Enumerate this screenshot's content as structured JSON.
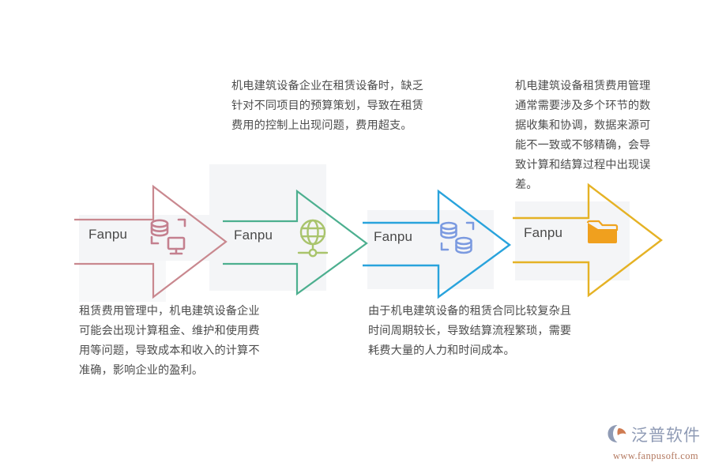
{
  "meta": {
    "kind": "process-flow-infographic",
    "background": "#ffffff"
  },
  "steps": [
    {
      "id": "step-1",
      "badge_label": "Fanpu",
      "icon": "database-monitor-icon",
      "arrow_color": "#C9888F",
      "icon_color": "#C4808F",
      "panel_color": "#f4f5f7",
      "text_position": "below",
      "description": "租赁费用管理中，机电建筑设备企业可能会出现计算租金、维护和使用费用等问题，导致成本和收入的计算不准确，影响企业的盈利。"
    },
    {
      "id": "step-2",
      "badge_label": "Fanpu",
      "icon": "globe-network-icon",
      "arrow_color": "#4CAF8F",
      "icon_color": "#A9C46C",
      "panel_color": "#f4f5f7",
      "text_position": "above",
      "description": "机电建筑设备企业在租赁设备时，缺乏针对不同项目的预算策划，导致在租赁费用的控制上出现问题，费用超支。"
    },
    {
      "id": "step-3",
      "badge_label": "Fanpu",
      "icon": "database-scan-icon",
      "arrow_color": "#29A3DC",
      "icon_color": "#7B9AE0",
      "panel_color": "#f4f5f7",
      "text_position": "below",
      "description": "由于机电建筑设备的租赁合同比较复杂且时间周期较长，导致结算流程繁琐，需要耗费大量的人力和时间成本。"
    },
    {
      "id": "step-4",
      "badge_label": "Fanpu",
      "icon": "open-folder-icon",
      "arrow_color": "#E5B225",
      "icon_color": "#F0A01E",
      "panel_color": "#f4f5f7",
      "text_position": "above",
      "description": "机电建筑设备租赁费用管理通常需要涉及多个环节的数据收集和协调，数据来源可能不一致或不够精确，会导致计算和结算过程中出现误差。"
    }
  ],
  "logo": {
    "brand_cn": "泛普软件",
    "url": "www.fanpusoft.com",
    "brand_color": "#8f9bb5",
    "url_color": "#b3785f",
    "mark": "fanpu-logo-mark"
  }
}
